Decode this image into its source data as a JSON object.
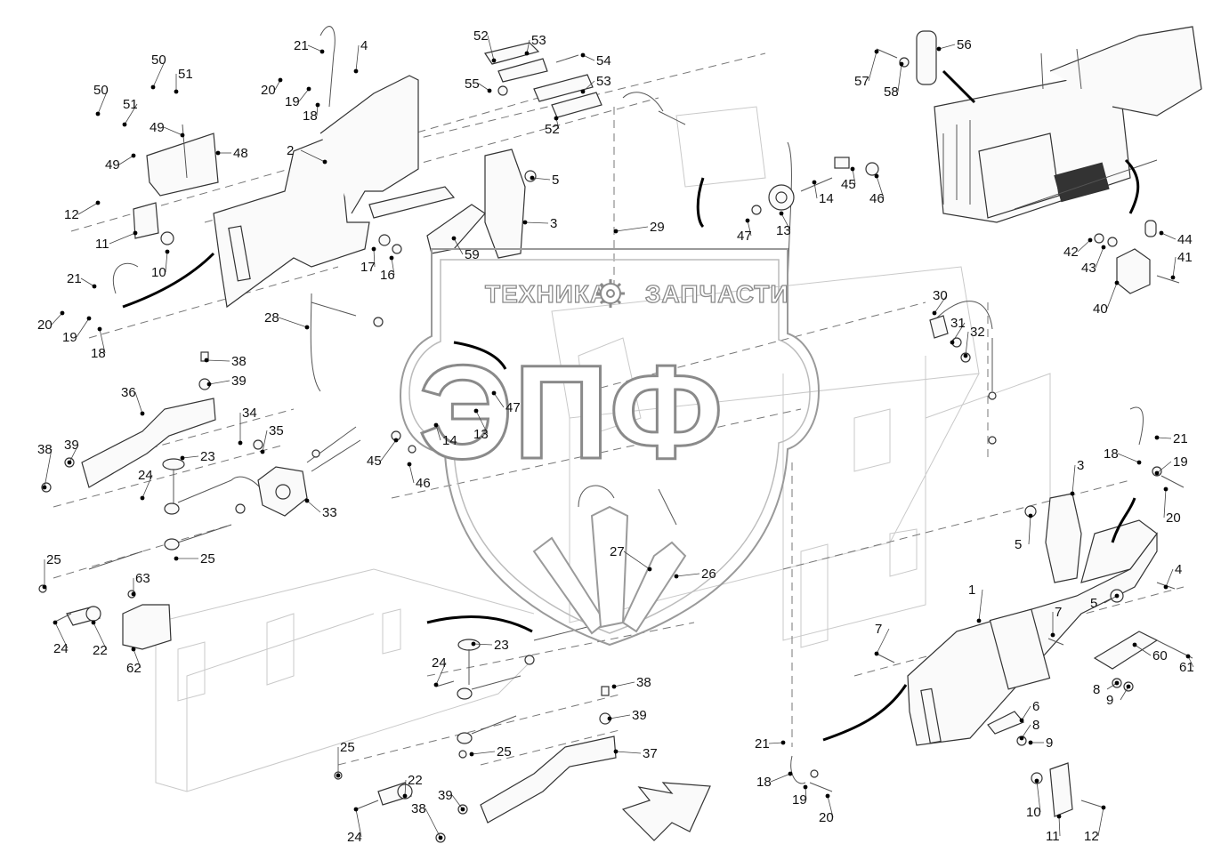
{
  "watermark": {
    "line1_left": "ТЕХНИКА",
    "line1_right": "ЗАПЧАСТИ",
    "big": "ЭПФ",
    "gear_icon": "gear-icon"
  },
  "callouts": [
    {
      "id": "c-50a",
      "t": "50"
    },
    {
      "id": "c-51a",
      "t": "51"
    },
    {
      "id": "c-50b",
      "t": "50"
    },
    {
      "id": "c-51b",
      "t": "51"
    },
    {
      "id": "c-49a",
      "t": "49"
    },
    {
      "id": "c-49b",
      "t": "49"
    },
    {
      "id": "c-48",
      "t": "48"
    },
    {
      "id": "c-21a",
      "t": "21"
    },
    {
      "id": "c-4a",
      "t": "4"
    },
    {
      "id": "c-20a",
      "t": "20"
    },
    {
      "id": "c-19a",
      "t": "19"
    },
    {
      "id": "c-18a",
      "t": "18"
    },
    {
      "id": "c-2",
      "t": "2"
    },
    {
      "id": "c-52a",
      "t": "52"
    },
    {
      "id": "c-53a",
      "t": "53"
    },
    {
      "id": "c-54",
      "t": "54"
    },
    {
      "id": "c-55",
      "t": "55"
    },
    {
      "id": "c-53b",
      "t": "53"
    },
    {
      "id": "c-52b",
      "t": "52"
    },
    {
      "id": "c-5a",
      "t": "5"
    },
    {
      "id": "c-3a",
      "t": "3"
    },
    {
      "id": "c-12a",
      "t": "12"
    },
    {
      "id": "c-11a",
      "t": "11"
    },
    {
      "id": "c-10a",
      "t": "10"
    },
    {
      "id": "c-21b",
      "t": "21"
    },
    {
      "id": "c-20b",
      "t": "20"
    },
    {
      "id": "c-19b",
      "t": "19"
    },
    {
      "id": "c-18b",
      "t": "18"
    },
    {
      "id": "c-17",
      "t": "17"
    },
    {
      "id": "c-16",
      "t": "16"
    },
    {
      "id": "c-59",
      "t": "59"
    },
    {
      "id": "c-29",
      "t": "29"
    },
    {
      "id": "c-14a",
      "t": "14"
    },
    {
      "id": "c-45a",
      "t": "45"
    },
    {
      "id": "c-46a",
      "t": "46"
    },
    {
      "id": "c-47a",
      "t": "47"
    },
    {
      "id": "c-13a",
      "t": "13"
    },
    {
      "id": "c-57",
      "t": "57"
    },
    {
      "id": "c-58",
      "t": "58"
    },
    {
      "id": "c-56",
      "t": "56"
    },
    {
      "id": "c-42",
      "t": "42"
    },
    {
      "id": "c-43",
      "t": "43"
    },
    {
      "id": "c-44",
      "t": "44"
    },
    {
      "id": "c-41",
      "t": "41"
    },
    {
      "id": "c-40",
      "t": "40"
    },
    {
      "id": "c-28",
      "t": "28"
    },
    {
      "id": "c-38a",
      "t": "38"
    },
    {
      "id": "c-39a",
      "t": "39"
    },
    {
      "id": "c-36",
      "t": "36"
    },
    {
      "id": "c-38b",
      "t": "38"
    },
    {
      "id": "c-39b",
      "t": "39"
    },
    {
      "id": "c-23a",
      "t": "23"
    },
    {
      "id": "c-24a",
      "t": "24"
    },
    {
      "id": "c-34",
      "t": "34"
    },
    {
      "id": "c-35",
      "t": "35"
    },
    {
      "id": "c-33",
      "t": "33"
    },
    {
      "id": "c-25a",
      "t": "25"
    },
    {
      "id": "c-45b",
      "t": "45"
    },
    {
      "id": "c-46b",
      "t": "46"
    },
    {
      "id": "c-14b",
      "t": "14"
    },
    {
      "id": "c-13b",
      "t": "13"
    },
    {
      "id": "c-47b",
      "t": "47"
    },
    {
      "id": "c-30",
      "t": "30"
    },
    {
      "id": "c-31",
      "t": "31"
    },
    {
      "id": "c-32",
      "t": "32"
    },
    {
      "id": "c-21c",
      "t": "21"
    },
    {
      "id": "c-18c",
      "t": "18"
    },
    {
      "id": "c-19c",
      "t": "19"
    },
    {
      "id": "c-3b",
      "t": "3"
    },
    {
      "id": "c-20c",
      "t": "20"
    },
    {
      "id": "c-5b",
      "t": "5"
    },
    {
      "id": "c-4b",
      "t": "4"
    },
    {
      "id": "c-5c",
      "t": "5"
    },
    {
      "id": "c-1",
      "t": "1"
    },
    {
      "id": "c-7a",
      "t": "7"
    },
    {
      "id": "c-7b",
      "t": "7"
    },
    {
      "id": "c-60",
      "t": "60"
    },
    {
      "id": "c-61",
      "t": "61"
    },
    {
      "id": "c-8a",
      "t": "8"
    },
    {
      "id": "c-9a",
      "t": "9"
    },
    {
      "id": "c-6",
      "t": "6"
    },
    {
      "id": "c-8b",
      "t": "8"
    },
    {
      "id": "c-9b",
      "t": "9"
    },
    {
      "id": "c-25b",
      "t": "25"
    },
    {
      "id": "c-63",
      "t": "63"
    },
    {
      "id": "c-24b",
      "t": "24"
    },
    {
      "id": "c-22a",
      "t": "22"
    },
    {
      "id": "c-62",
      "t": "62"
    },
    {
      "id": "c-27",
      "t": "27"
    },
    {
      "id": "c-26",
      "t": "26"
    },
    {
      "id": "c-23b",
      "t": "23"
    },
    {
      "id": "c-24c",
      "t": "24"
    },
    {
      "id": "c-38c",
      "t": "38"
    },
    {
      "id": "c-39c",
      "t": "39"
    },
    {
      "id": "c-25c",
      "t": "25"
    },
    {
      "id": "c-37",
      "t": "37"
    },
    {
      "id": "c-25d",
      "t": "25"
    },
    {
      "id": "c-22b",
      "t": "22"
    },
    {
      "id": "c-39d",
      "t": "39"
    },
    {
      "id": "c-38d",
      "t": "38"
    },
    {
      "id": "c-24d",
      "t": "24"
    },
    {
      "id": "c-21d",
      "t": "21"
    },
    {
      "id": "c-18d",
      "t": "18"
    },
    {
      "id": "c-19d",
      "t": "19"
    },
    {
      "id": "c-20d",
      "t": "20"
    },
    {
      "id": "c-10b",
      "t": "10"
    },
    {
      "id": "c-11b",
      "t": "11"
    },
    {
      "id": "c-12b",
      "t": "12"
    }
  ]
}
